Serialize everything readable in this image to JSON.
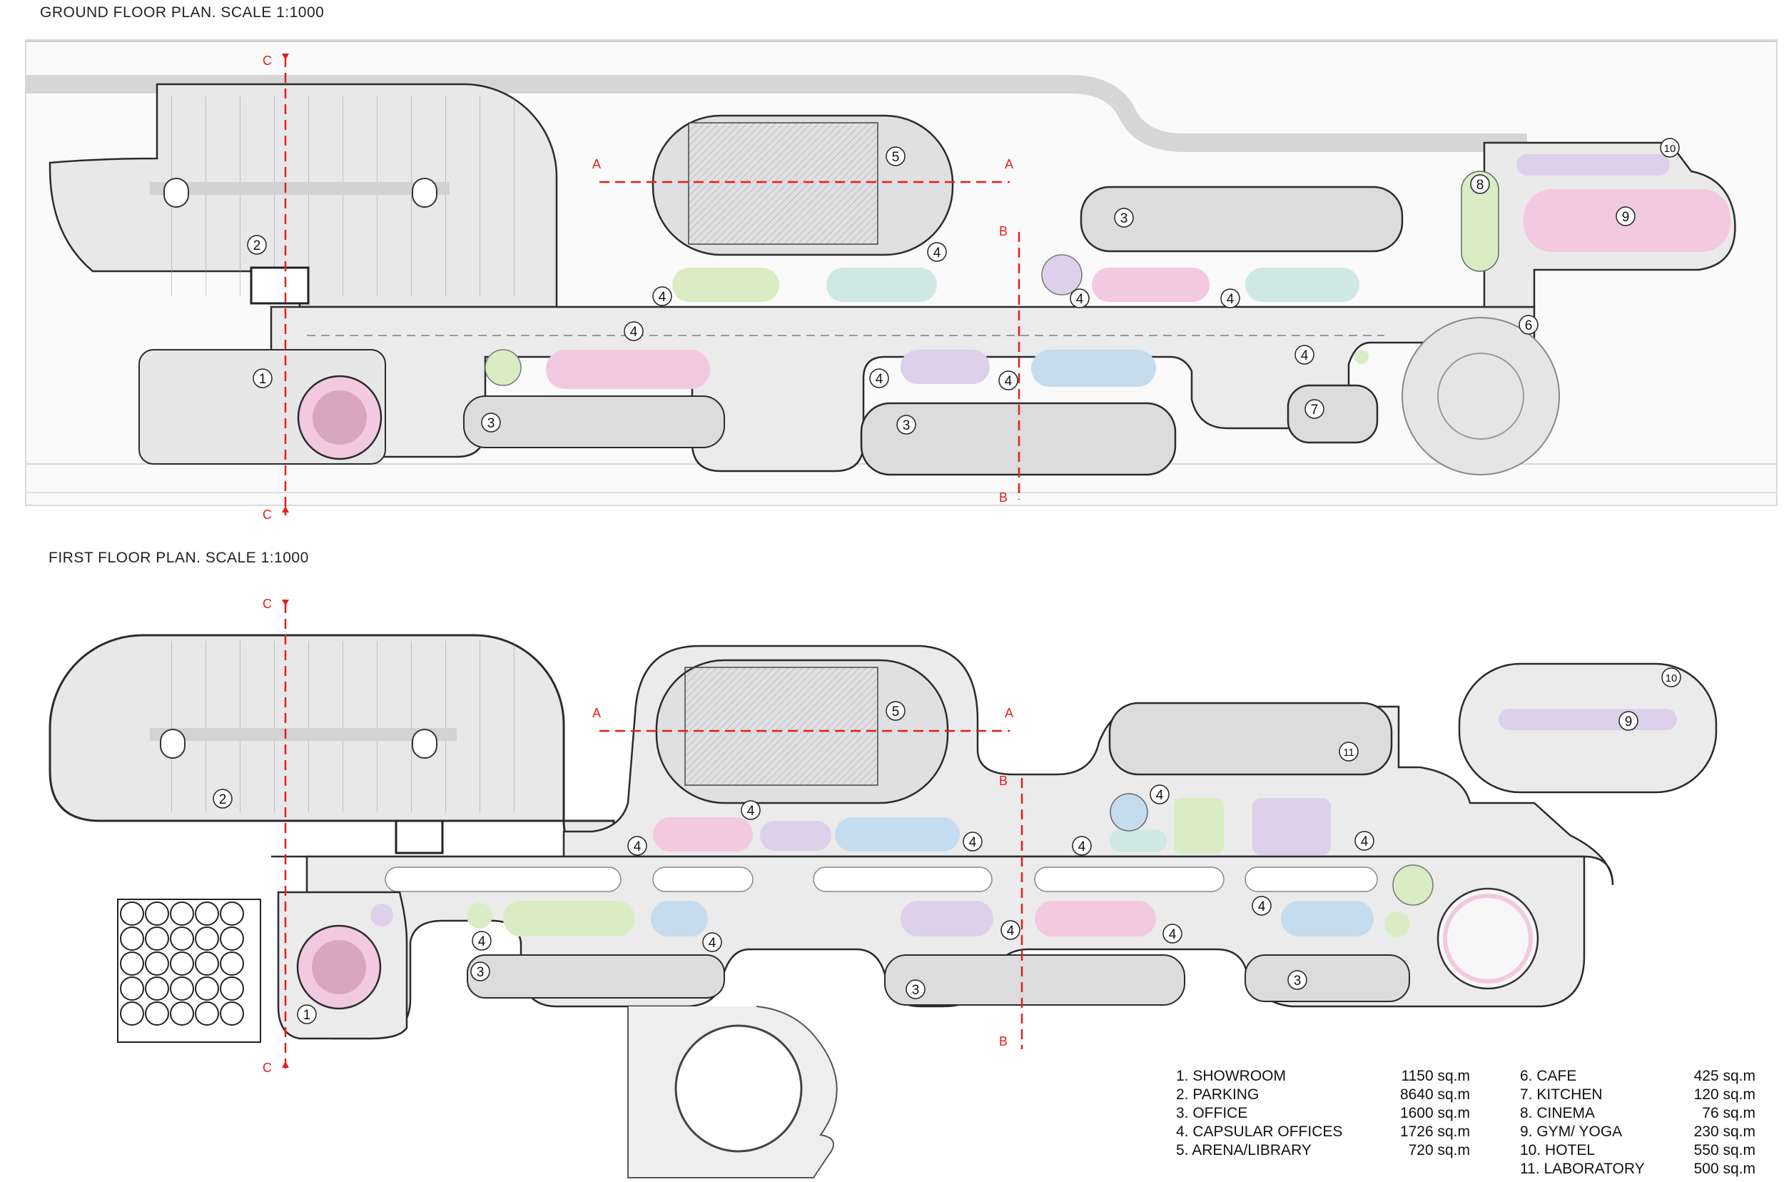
{
  "titles": {
    "ground": "GROUND FLOOR PLAN. SCALE 1:1000",
    "first": "FIRST FLOOR PLAN. SCALE 1:1000"
  },
  "section_markers": [
    "A",
    "B",
    "C"
  ],
  "room_numbers": [
    "1",
    "2",
    "3",
    "4",
    "5",
    "6",
    "7",
    "8",
    "9",
    "10",
    "11"
  ],
  "legend": {
    "left": [
      {
        "label": "1.  SHOWROOM",
        "area": "1150 sq.m"
      },
      {
        "label": "2.  PARKING",
        "area": "8640 sq.m"
      },
      {
        "label": "3.  OFFICE",
        "area": "1600 sq.m"
      },
      {
        "label": "4.  CAPSULAR OFFICES",
        "area": "1726 sq.m"
      },
      {
        "label": "5.  ARENA/LIBRARY",
        "area": "720 sq.m"
      }
    ],
    "right": [
      {
        "label": "6.  CAFE",
        "area": "425 sq.m"
      },
      {
        "label": "7.   KITCHEN",
        "area": "120 sq.m"
      },
      {
        "label": "8.  CINEMA",
        "area": "76 sq.m"
      },
      {
        "label": "9.  GYM/ YOGA",
        "area": "230 sq.m"
      },
      {
        "label": "10. HOTEL",
        "area": "550 sq.m"
      },
      {
        "label": "11.  LABORATORY",
        "area": "500 sq.m"
      }
    ]
  },
  "colors": {
    "floor": "#ebebeb",
    "outline": "#2b2b2b",
    "section_line": "#e0201c",
    "capsule_pink": "#f2c9df",
    "capsule_green": "#d9ecc4",
    "capsule_blue": "#c5dcef",
    "capsule_lilac": "#ddd0ea",
    "capsule_teal": "#cfe8e3"
  }
}
